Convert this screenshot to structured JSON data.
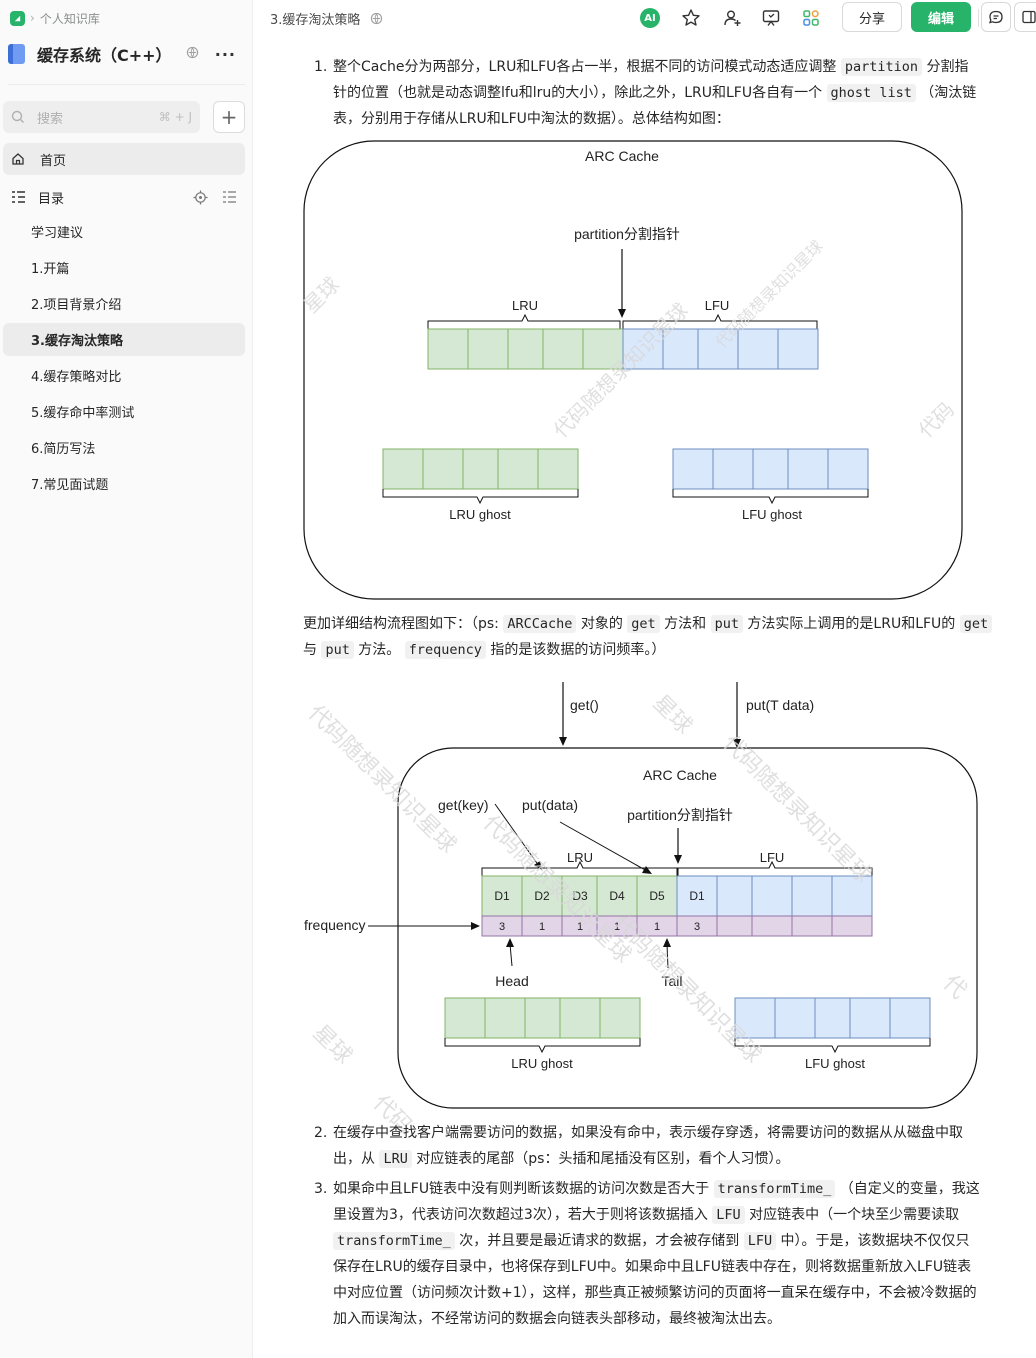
{
  "sidebar": {
    "breadcrumb": "个人知识库",
    "book_title": "缓存系统（C++）",
    "search_placeholder": "搜索",
    "search_shortcut": "⌘ + J",
    "home_label": "首页",
    "toc_label": "目录",
    "toc_items": [
      "学习建议",
      "1.开篇",
      "2.项目背景介绍",
      "3.缓存淘汰策略",
      "4.缓存策略对比",
      "5.缓存命中率测试",
      "6.简历写法",
      "7.常见面试题"
    ],
    "active_index": 3
  },
  "topbar": {
    "doc_title": "3.缓存淘汰策略",
    "ai_label": "AI",
    "share_label": "分享",
    "edit_label": "编辑"
  },
  "content": {
    "p1_num": "1.",
    "p1_a": "整个Cache分为两部分，LRU和LFU各占一半，根据不同的访问模式动态适应调整 ",
    "p1_code1": "partition",
    "p1_b": " 分割指针的位置（也就是动态调整lfu和lru的大小），除此之外，LRU和LFU各自有一个 ",
    "p1_code2": "ghost list",
    "p1_c": " （淘汰链表，分别用于存储从LRU和LFU中淘汰的数据）。总体结构如图：",
    "p2_a": "更加详细结构流程图如下：（ps: ",
    "p2_code1": "ARCCache",
    "p2_b": " 对象的 ",
    "p2_code2": "get",
    "p2_c": " 方法和 ",
    "p2_code3": "put",
    "p2_d": " 方法实际上调用的是LRU和LFU的 ",
    "p2_code4": "get",
    "p2_e": " 与 ",
    "p2_code5": "put",
    "p2_f": " 方法。 ",
    "p2_code6": "frequency",
    "p2_g": " 指的是该数据的访问频率。）",
    "p3_num": "2.",
    "p3_a": "在缓存中查找客户端需要访问的数据，如果没有命中，表示缓存穿透，将需要访问的数据从从磁盘中取出，从 ",
    "p3_code1": "LRU",
    "p3_b": " 对应链表的尾部（ps：头插和尾插没有区别，看个人习惯）。",
    "p4_num": "3.",
    "p4_a": "如果命中且LFU链表中没有则判断该数据的访问次数是否大于 ",
    "p4_code1": "transformTime_",
    "p4_b": " （自定义的变量，我这里设置为3，代表访问次数超过3次），若大于则将该数据插入 ",
    "p4_code2": "LFU",
    "p4_c": " 对应链表中（一个块至少需要读取 ",
    "p4_code3": "transformTime_",
    "p4_d": " 次，并且要是最近请求的数据，才会被存储到 ",
    "p4_code4": "LFU",
    "p4_e": " 中）。于是，该数据块不仅仅只保存在LRU的缓存目录中，也将保存到LFU中。如果命中且LFU链表中存在，则将数据重新放入LFU链表中对应位置（访问频次计数+1），这样，那些真正被频繁访问的页面将一直呆在缓存中，不会被冷数据的加入而误淘汰，不经常访问的数据会向链表头部移动，最终被淘汰出去。"
  },
  "diagram1": {
    "title": "ARC Cache",
    "pointer_label": "partition分割指针",
    "lru_label": "LRU",
    "lfu_label": "LFU",
    "lru_ghost_label": "LRU ghost",
    "lfu_ghost_label": "LFU ghost",
    "watermarks": [
      "星球",
      "代码随想录知识星球",
      "代码随想录知识星球",
      "代码"
    ]
  },
  "diagram2": {
    "title": "ARC Cache",
    "get_label": "get()",
    "put_label": "put(T data)",
    "getkey_label": "get(key)",
    "putdata_label": "put(data)",
    "pointer_label": "partition分割指针",
    "lru_label": "LRU",
    "lfu_label": "LFU",
    "frequency_label": "frequency",
    "head_label": "Head",
    "tail_label": "Tail",
    "lru_ghost_label": "LRU ghost",
    "lfu_ghost_label": "LFU ghost",
    "lru_cells": [
      "D1",
      "D2",
      "D3",
      "D4",
      "D5"
    ],
    "lru_freq": [
      "3",
      "1",
      "1",
      "1",
      "1"
    ],
    "lfu_cells": [
      "D1",
      "",
      "",
      "",
      ""
    ],
    "lfu_freq": [
      "3",
      "",
      "",
      "",
      ""
    ],
    "watermarks": [
      "代码随想录知识星球",
      "代码随想录知识星球",
      "星球",
      "代码随想录知识星球",
      "代码随想录知识星球",
      "星球",
      "代码",
      "代"
    ]
  },
  "colors": {
    "accent_green": "#27b36a",
    "lru_cell": "#d5e8d4",
    "lru_border": "#82b366",
    "lfu_cell": "#dae8fc",
    "lfu_border": "#6c8ebf",
    "freq_cell": "#e1d5e7",
    "freq_border": "#9673a6"
  }
}
